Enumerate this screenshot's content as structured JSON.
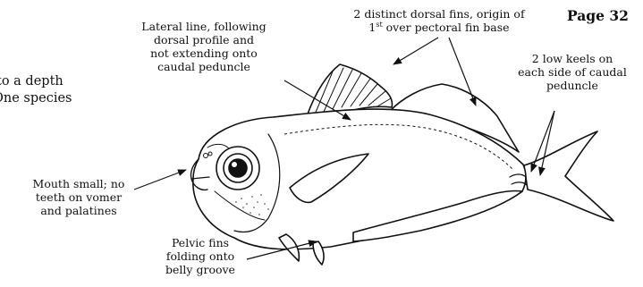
{
  "page_label": "Page 32",
  "body_text": {
    "line1": "to a depth",
    "line2": "One species"
  },
  "annotations": {
    "lateral_line": [
      "Lateral line, following",
      "dorsal profile and",
      "not extending onto",
      "caudal peduncle"
    ],
    "dorsal_fins": {
      "line1": "2 distinct dorsal fins, origin of",
      "line2_num": "1",
      "line2_sup": "st",
      "line2_rest": " over pectoral fin base"
    },
    "keels": [
      "2 low keels on",
      "each side of caudal",
      "peduncle"
    ],
    "mouth": [
      "Mouth small; no",
      "teeth on vomer",
      "and palatines"
    ],
    "pelvic": [
      "Pelvic fins",
      "folding onto",
      "belly groove"
    ]
  }
}
